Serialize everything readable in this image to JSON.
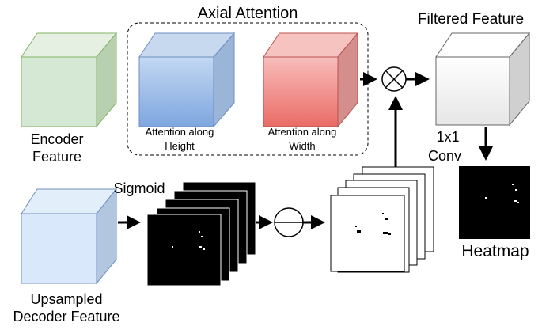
{
  "labels": {
    "axial_title": "Axial Attention",
    "filtered_title": "Filtered Feature",
    "encoder": [
      "Encoder",
      "Feature"
    ],
    "att_height": [
      "Attention along",
      "Height"
    ],
    "att_width": [
      "Attention along",
      "Width"
    ],
    "conv": [
      "1x1",
      "Conv"
    ],
    "sigmoid": "Sigmoid",
    "heatmap": "Heatmap",
    "upsampled": [
      "Upsampled",
      "Decoder Feature"
    ]
  },
  "colors": {
    "encoder": "#d5e8d4",
    "encoder_stroke": "#82b366",
    "height_top": "#bcd4f0",
    "height_bottom": "#7ea6e0",
    "height_stroke": "#6c8ebf",
    "width_top": "#f8b8b6",
    "width_bottom": "#ea6b66",
    "width_stroke": "#b85450",
    "filtered": "#f5f5f5",
    "filtered_stroke": "#666666",
    "upsampled": "#dae8fc",
    "upsampled_stroke": "#6c8ebf"
  },
  "icons": {
    "multiply": "multiply-operator-icon",
    "subtract": "subtract-operator-icon"
  }
}
